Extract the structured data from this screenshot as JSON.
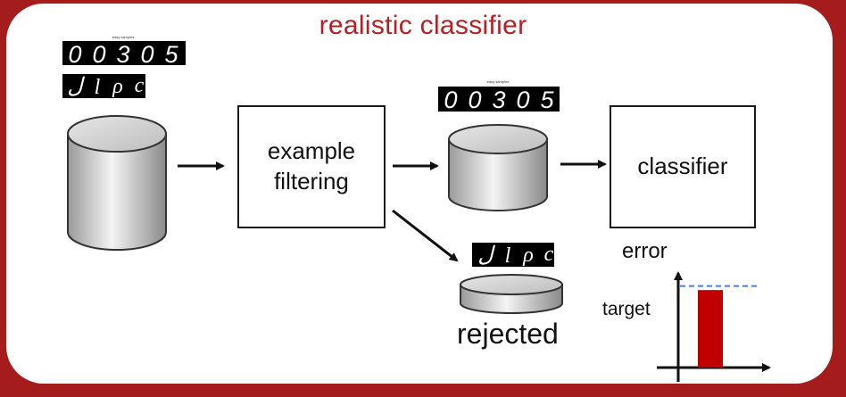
{
  "title": "realistic classifier",
  "boxes": {
    "filter_line1": "example",
    "filter_line2": "filtering",
    "classifier": "classifier"
  },
  "labels": {
    "rejected": "rejected",
    "error": "error",
    "target": "target"
  },
  "digit_strips": {
    "easy_caption": "easy samples",
    "easy_digits": [
      "0",
      "0",
      "3",
      "0",
      "5"
    ],
    "hard_glyphs": [
      "ل",
      "l",
      "ρ",
      "c"
    ]
  },
  "colors": {
    "frame": "#a51c1c",
    "title": "#b81f24",
    "bar": "#c00000",
    "target_line": "#4f7ed6"
  },
  "error_chart": {
    "type": "bar",
    "series": [
      {
        "values": [
          0.95
        ]
      }
    ],
    "target": 1.0
  }
}
